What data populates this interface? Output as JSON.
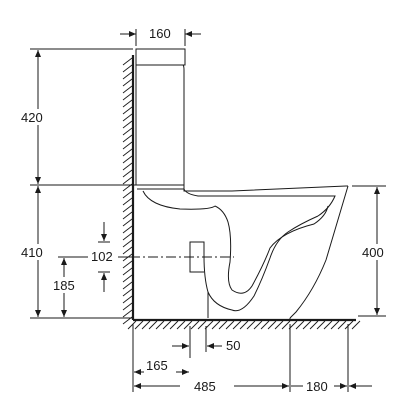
{
  "dimensions": {
    "tank_depth": "160",
    "tank_height": "420",
    "seat_height": "410",
    "outlet_bend": "102",
    "outlet_height": "185",
    "bowl_height": "400",
    "floor_offset_small": "50",
    "floor_offset": "165",
    "total_depth": "485",
    "front_extension": "180"
  }
}
